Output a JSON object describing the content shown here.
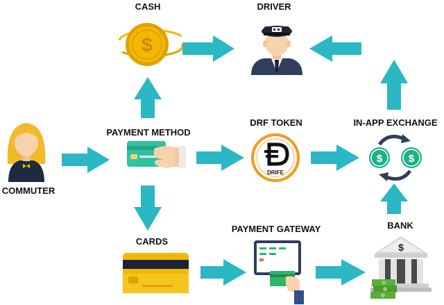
{
  "colors": {
    "arrow": "#2BB7C4",
    "coin": "#F5B800",
    "coin_dark": "#E0A100",
    "token_ring": "#F29A1F",
    "card_green": "#2EC4A0",
    "bank_stone": "#E3E3E3",
    "money_green": "#5DAE3C",
    "exchange_green": "#1DB08A"
  },
  "labels": {
    "cash": "CASH",
    "driver": "DRIVER",
    "payment_method": "PAYMENT METHOD",
    "drf_token": "DRF TOKEN",
    "in_app_exchange": "IN-APP EXCHANGE",
    "commuter": "COMMUTER",
    "cards": "CARDS",
    "payment_gateway": "PAYMENT GATEWAY",
    "bank": "BANK"
  },
  "icons": {
    "cash": "dollar-coin-icon",
    "driver": "taxi-driver-icon",
    "commuter": "commuter-person-icon",
    "payment_method": "hand-with-card-icon",
    "drf_token": "drife-token-icon",
    "in_app_exchange": "currency-exchange-icon",
    "cards": "credit-card-icon",
    "payment_gateway": "payment-terminal-icon",
    "bank": "bank-building-icon"
  },
  "token": {
    "brand": "DRIFE"
  },
  "symbols": {
    "dollar": "$"
  }
}
